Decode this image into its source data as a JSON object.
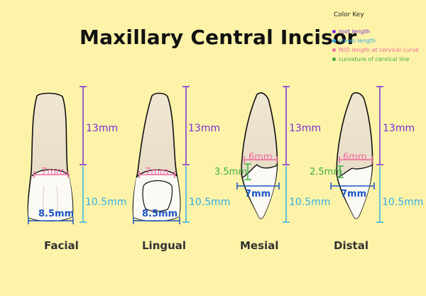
{
  "title": "Maxillary Central Incisor",
  "color_key": {
    "heading": "Color Key",
    "items": [
      {
        "label": "root length",
        "color": "#7b2fd6"
      },
      {
        "label": "crown length",
        "color": "#33aee6"
      },
      {
        "label": "M/D length at cervical curve",
        "color": "#f06aa0"
      },
      {
        "label": "curvature of cervical line",
        "color": "#3fae3f"
      }
    ]
  },
  "views": [
    {
      "label": "Facial",
      "root": "13mm",
      "crown": "10.5mm",
      "cervical_md": "7mm",
      "crown_md": "8.5mm"
    },
    {
      "label": "Lingual",
      "root": "13mm",
      "crown": "10.5mm",
      "cervical_md": "7mm",
      "crown_md": "8.5mm"
    },
    {
      "label": "Mesial",
      "root": "13mm",
      "crown": "10.5mm",
      "cervical_fl": "6mm",
      "curvature": "3.5mm",
      "crown_fl": "7mm"
    },
    {
      "label": "Distal",
      "root": "13mm",
      "crown": "10.5mm",
      "cervical_fl": "6mm",
      "curvature": "2.5mm",
      "crown_fl": "7mm"
    }
  ]
}
